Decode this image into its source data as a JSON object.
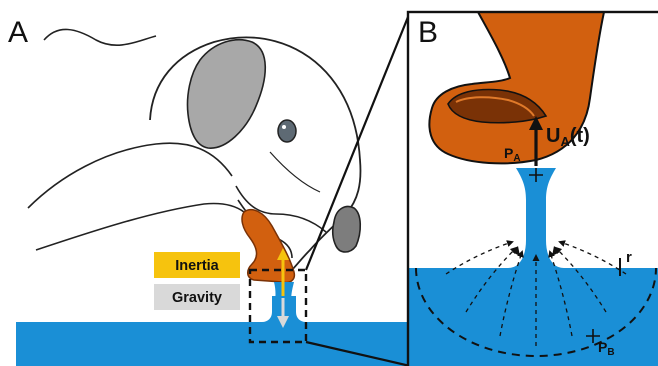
{
  "panels": {
    "a_label": "A",
    "b_label": "B"
  },
  "legend": {
    "inertia": {
      "label": "Inertia",
      "color": "#f6c30e"
    },
    "gravity": {
      "label": "Gravity",
      "color": "#d9d9d9"
    }
  },
  "annotations": {
    "velocity_main": "U",
    "velocity_sub": "A",
    "velocity_tail": "(t)",
    "pressure_a_main": "P",
    "pressure_a_sub": "A",
    "pressure_b_main": "P",
    "pressure_b_sub": "B",
    "radius_label": "r"
  },
  "colors": {
    "water": "#1a8fd6",
    "tongue": "#d2600f",
    "tongue_dark": "#7a3206",
    "nose": "#7d7d7d",
    "ear": "#a8a8a8"
  }
}
